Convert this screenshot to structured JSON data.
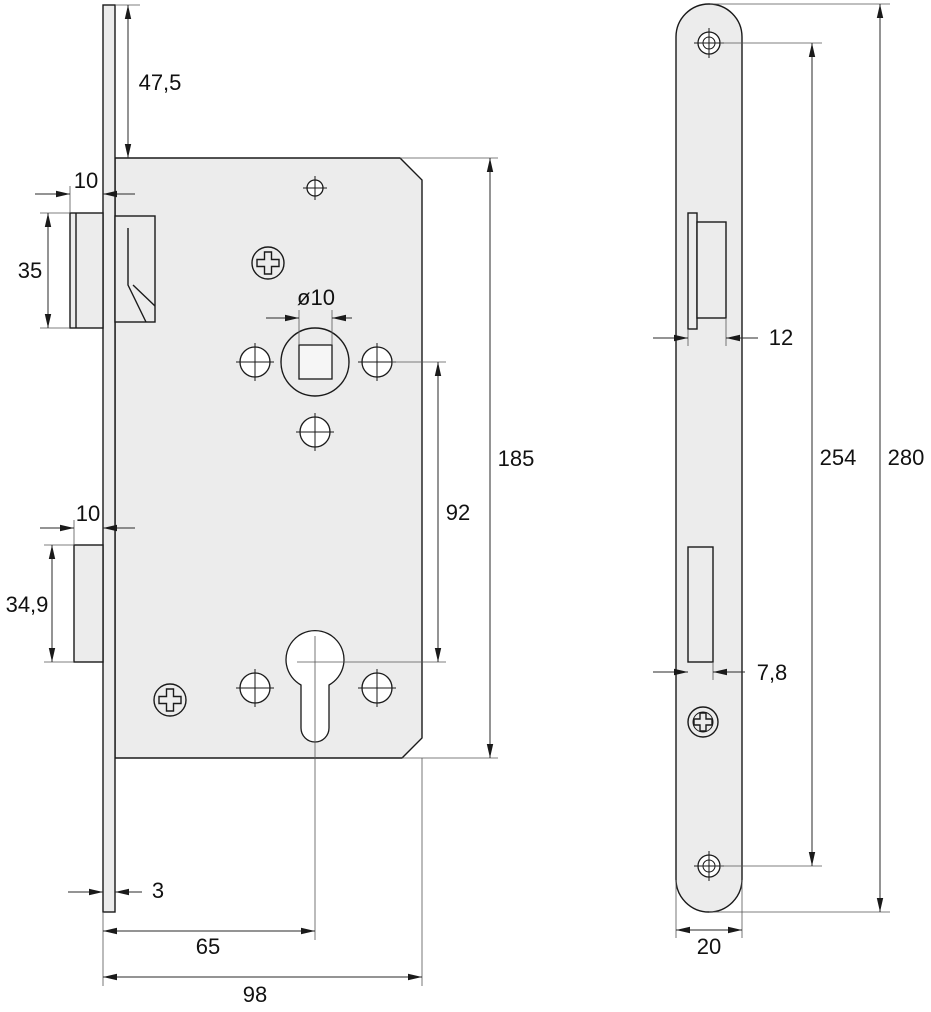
{
  "side_view": {
    "dim_top_offset": "47,5",
    "dim_latch_projection": "10",
    "dim_latch_height": "35",
    "dim_spindle": "ø10",
    "dim_body_height": "185",
    "dim_spindle_to_cylinder": "92",
    "dim_bolt_projection": "10",
    "dim_bolt_height": "34,9",
    "dim_faceplate_thickness": "3",
    "dim_backset": "65",
    "dim_body_depth": "98"
  },
  "front_view": {
    "dim_latch_width": "12",
    "dim_screw_spacing": "254",
    "dim_faceplate_length": "280",
    "dim_bolt_width": "7,8",
    "dim_faceplate_width": "20"
  },
  "colors": {
    "line": "#1a1a1a",
    "part_fill": "#ececec",
    "dimension": "#2a2a2a"
  }
}
